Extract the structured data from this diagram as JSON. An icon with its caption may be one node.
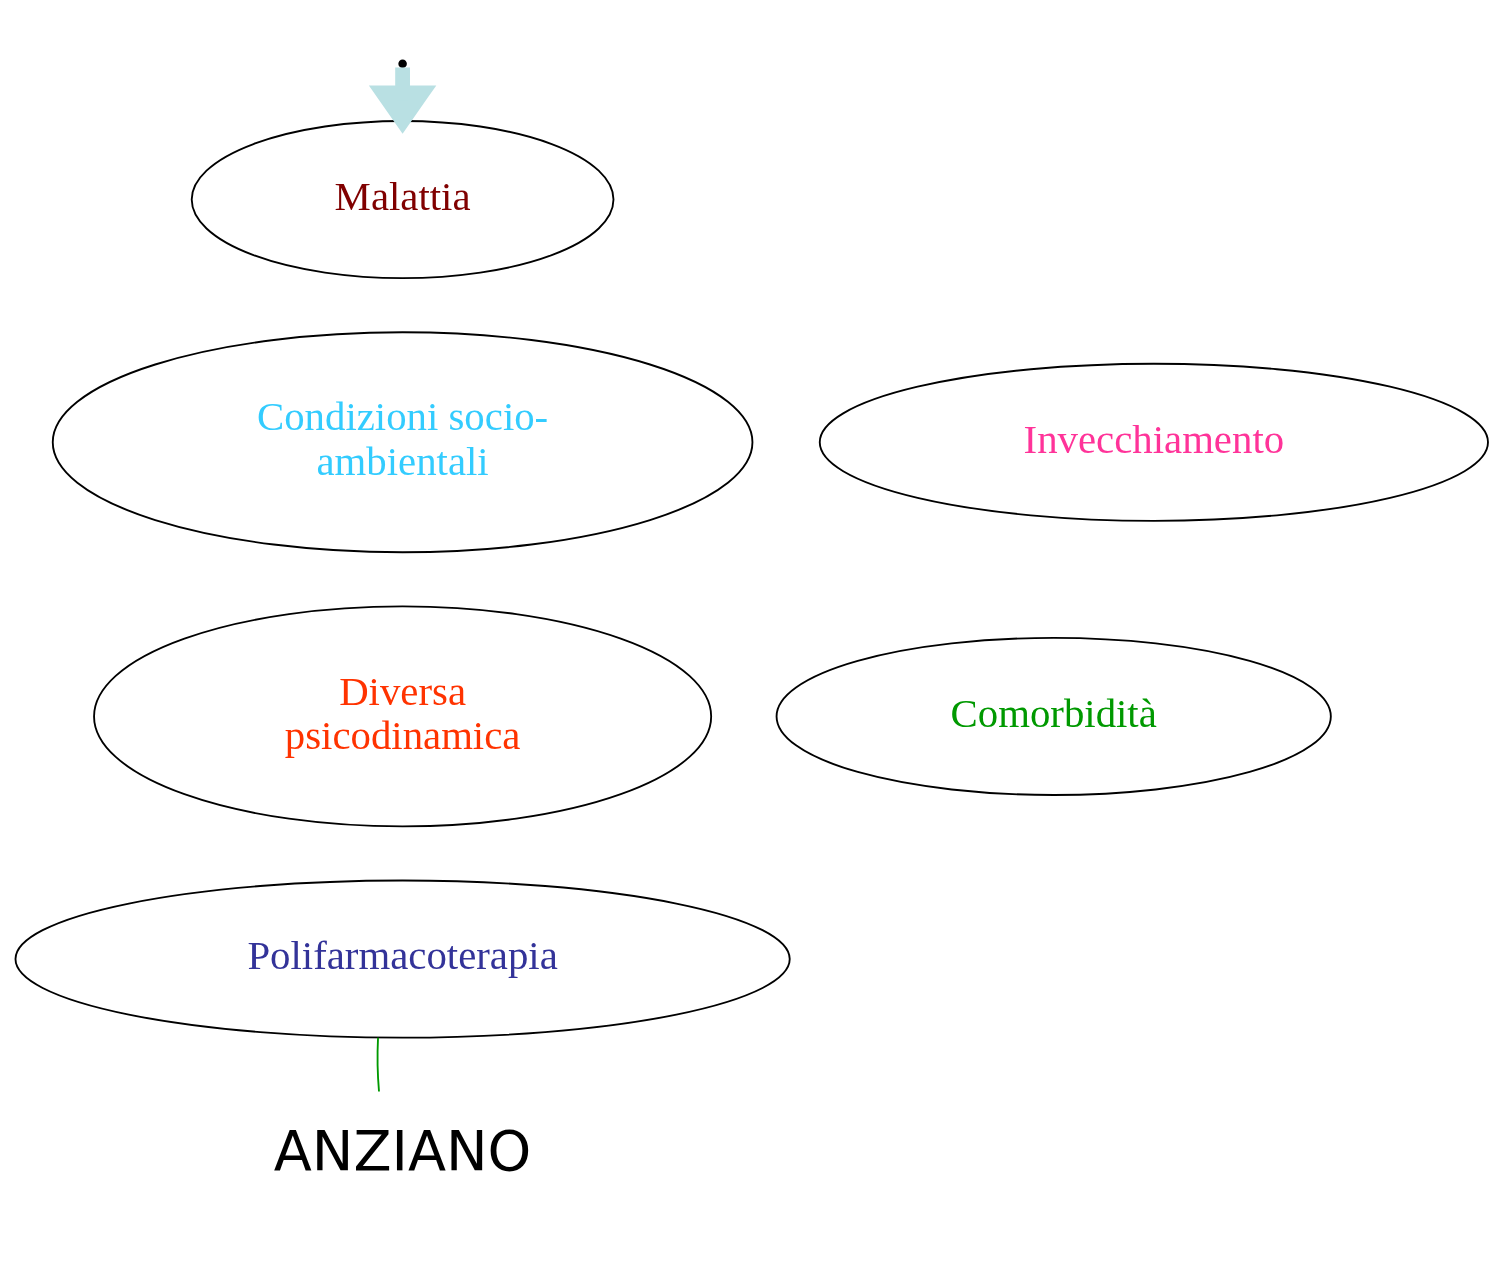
{
  "diagram": {
    "nodes": [
      {
        "text": [
          "Malattia"
        ]
      },
      {
        "text": [
          "Condizioni socio-ambientali"
        ]
      },
      {
        "text": [
          "Invecchiamento"
        ]
      },
      {
        "text": [
          "Diversa psicodinamica"
        ]
      },
      {
        "text": [
          "Comorbidità"
        ]
      },
      {
        "text": [
          "Polifarmacoterapia"
        ]
      },
      {
        "text": [
          "ANZIANO"
        ]
      }
    ],
    "edges": [
      {
        "from": null,
        "to": 0,
        "arrow": "to",
        "style": "thick",
        "color": "#b9e0e3"
      },
      {
        "from": 5,
        "to": 6,
        "arrow": "none",
        "color": "#009900"
      }
    ]
  }
}
